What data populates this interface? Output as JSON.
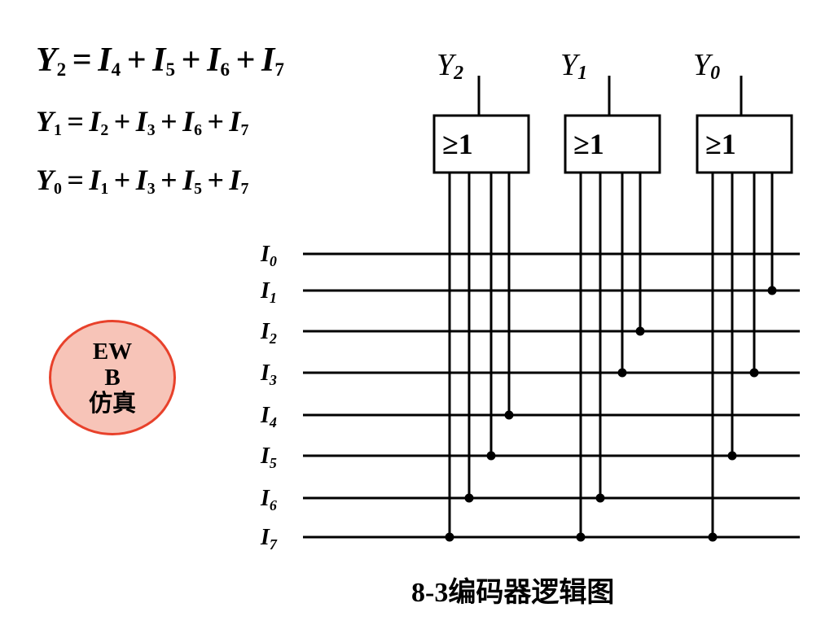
{
  "equations": [
    {
      "id": "eq2",
      "lhs": "Y",
      "lhs_sub": "2",
      "equals": "=",
      "terms": [
        {
          "v": "I",
          "s": "4"
        },
        {
          "v": "I",
          "s": "5"
        },
        {
          "v": "I",
          "s": "6"
        },
        {
          "v": "I",
          "s": "7"
        }
      ],
      "op": "+"
    },
    {
      "id": "eq1",
      "lhs": "Y",
      "lhs_sub": "1",
      "equals": "=",
      "terms": [
        {
          "v": "I",
          "s": "2"
        },
        {
          "v": "I",
          "s": "3"
        },
        {
          "v": "I",
          "s": "6"
        },
        {
          "v": "I",
          "s": "7"
        }
      ],
      "op": "+"
    },
    {
      "id": "eq0",
      "lhs": "Y",
      "lhs_sub": "0",
      "equals": "=",
      "terms": [
        {
          "v": "I",
          "s": "1"
        },
        {
          "v": "I",
          "s": "3"
        },
        {
          "v": "I",
          "s": "5"
        },
        {
          "v": "I",
          "s": "7"
        }
      ],
      "op": "+"
    }
  ],
  "outputs": [
    {
      "letter": "Y",
      "sub": "2",
      "gate_label": "≥1",
      "connects": [
        4,
        5,
        6,
        7
      ]
    },
    {
      "letter": "Y",
      "sub": "1",
      "gate_label": "≥1",
      "connects": [
        2,
        3,
        6,
        7
      ]
    },
    {
      "letter": "Y",
      "sub": "0",
      "gate_label": "≥1",
      "connects": [
        1,
        3,
        5,
        7
      ]
    }
  ],
  "inputs": [
    {
      "letter": "I",
      "sub": "0"
    },
    {
      "letter": "I",
      "sub": "1"
    },
    {
      "letter": "I",
      "sub": "2"
    },
    {
      "letter": "I",
      "sub": "3"
    },
    {
      "letter": "I",
      "sub": "4"
    },
    {
      "letter": "I",
      "sub": "5"
    },
    {
      "letter": "I",
      "sub": "6"
    },
    {
      "letter": "I",
      "sub": "7"
    }
  ],
  "badge": {
    "lines": [
      "EW",
      "B",
      "仿真"
    ],
    "border_color": "#e8412b",
    "fill_color": "#f7c4b8"
  },
  "caption": "8-3编码器逻辑图"
}
